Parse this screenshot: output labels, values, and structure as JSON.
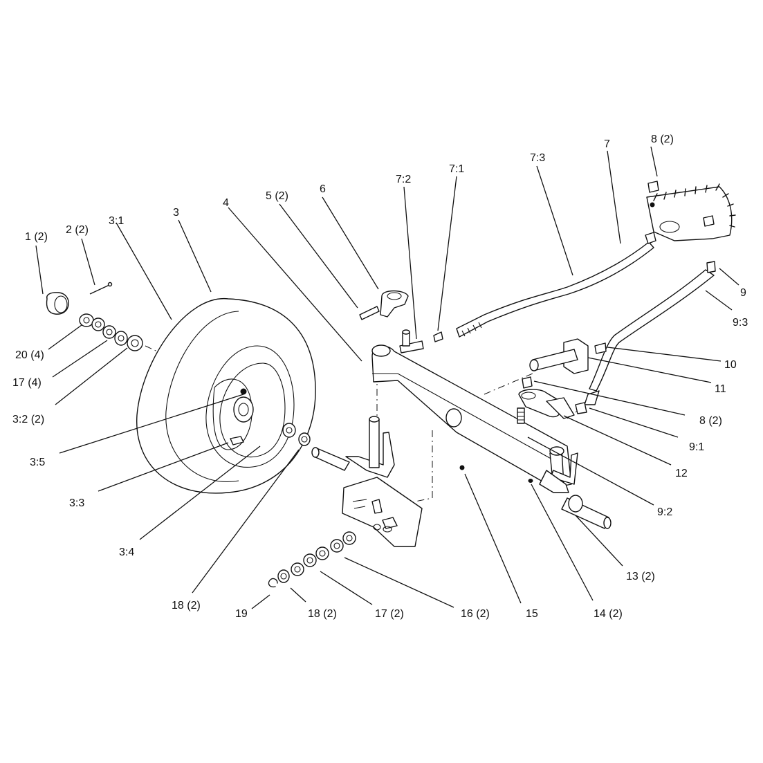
{
  "callouts": [
    {
      "id": "c-1",
      "text": "1 (2)"
    },
    {
      "id": "c-2",
      "text": "2 (2)"
    },
    {
      "id": "c-3-1",
      "text": "3:1"
    },
    {
      "id": "c-3",
      "text": "3"
    },
    {
      "id": "c-4",
      "text": "4"
    },
    {
      "id": "c-5",
      "text": "5 (2)"
    },
    {
      "id": "c-6",
      "text": "6"
    },
    {
      "id": "c-7-2",
      "text": "7:2"
    },
    {
      "id": "c-7-1",
      "text": "7:1"
    },
    {
      "id": "c-7-3",
      "text": "7:3"
    },
    {
      "id": "c-7",
      "text": "7"
    },
    {
      "id": "c-8a",
      "text": "8 (2)"
    },
    {
      "id": "c-9",
      "text": "9"
    },
    {
      "id": "c-9-3",
      "text": "9:3"
    },
    {
      "id": "c-10",
      "text": "10"
    },
    {
      "id": "c-11",
      "text": "11"
    },
    {
      "id": "c-8b",
      "text": "8 (2)"
    },
    {
      "id": "c-9-1",
      "text": "9:1"
    },
    {
      "id": "c-12",
      "text": "12"
    },
    {
      "id": "c-9-2",
      "text": "9:2"
    },
    {
      "id": "c-13",
      "text": "13 (2)"
    },
    {
      "id": "c-14",
      "text": "14 (2)"
    },
    {
      "id": "c-15",
      "text": "15"
    },
    {
      "id": "c-16",
      "text": "16 (2)"
    },
    {
      "id": "c-17b",
      "text": "17 (2)"
    },
    {
      "id": "c-18b",
      "text": "18 (2)"
    },
    {
      "id": "c-19",
      "text": "19"
    },
    {
      "id": "c-18a",
      "text": "18 (2)"
    },
    {
      "id": "c-3-4",
      "text": "3:4"
    },
    {
      "id": "c-3-3",
      "text": "3:3"
    },
    {
      "id": "c-3-5",
      "text": "3:5"
    },
    {
      "id": "c-3-2",
      "text": "3:2 (2)"
    },
    {
      "id": "c-17a",
      "text": "17 (4)"
    },
    {
      "id": "c-20",
      "text": "20 (4)"
    }
  ]
}
